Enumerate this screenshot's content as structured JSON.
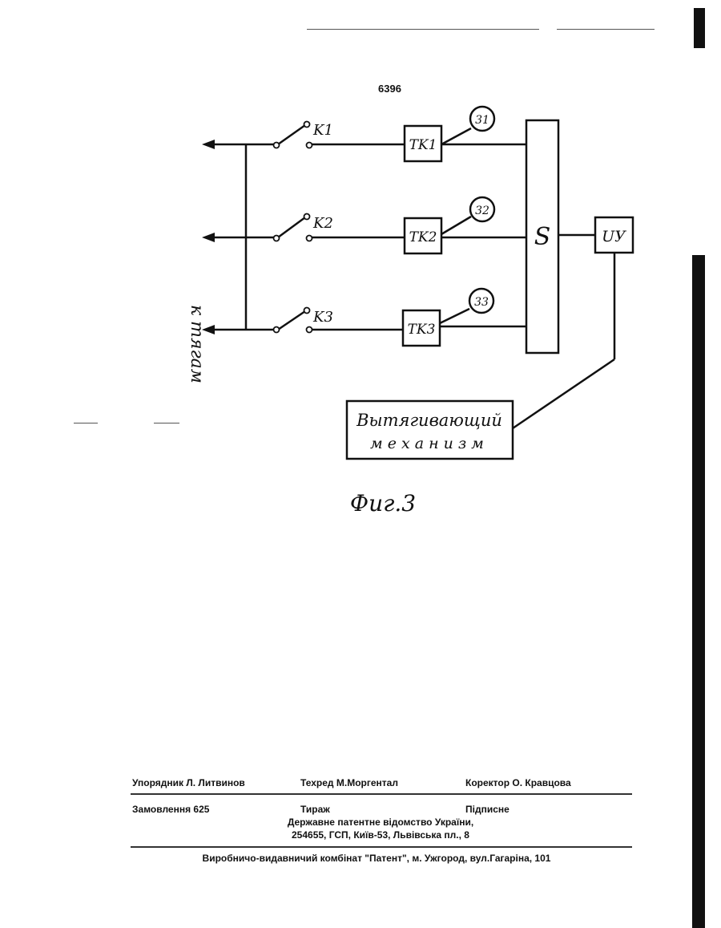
{
  "page": {
    "number": "6396"
  },
  "diagram": {
    "side_label": "к тягам",
    "switches": [
      "K1",
      "K2",
      "K3"
    ],
    "transformers": [
      "TK1",
      "TK2",
      "TK3"
    ],
    "circles": [
      "31",
      "32",
      "33"
    ],
    "sum_block": "S",
    "control_block": "UУ",
    "mechanism_line1": "Вытягивающий",
    "mechanism_line2": "механизм",
    "caption": "Фиг.3"
  },
  "footer": {
    "compiler": "Упорядник  Л. Литвинов",
    "techred": "Техред М.Моргентал",
    "corrector": "Коректор   О. Кравцова",
    "order": "Замовлення  625",
    "circulation": "Тираж",
    "subscription": "Підписне",
    "agency": "Державне патентне відомство України,",
    "address": "254655, ГСП, Київ-53, Львівська пл., 8",
    "publisher": "Виробничо-видавничий комбінат  \"Патент\", м. Ужгород, вул.Гагаріна, 101"
  }
}
